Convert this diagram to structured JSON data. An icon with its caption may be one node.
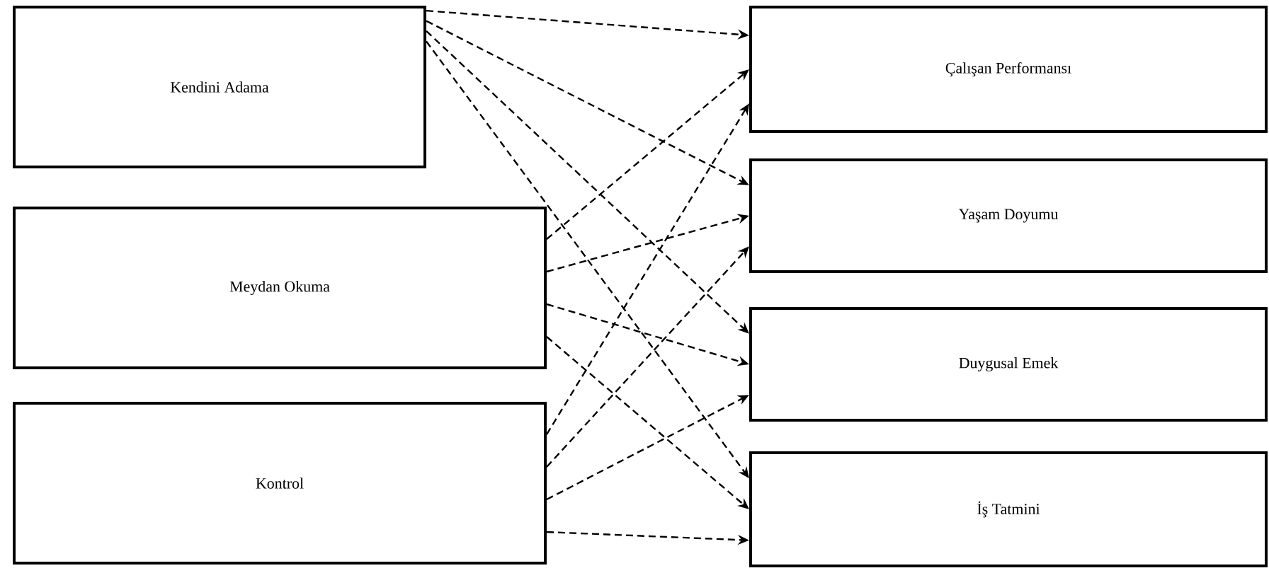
{
  "diagram": {
    "nodes": [
      {
        "text": [
          "Kendini Adama"
        ]
      },
      {
        "text": [
          "Meydan Okuma"
        ]
      },
      {
        "text": [
          "Kontrol"
        ]
      },
      {
        "text": [
          "Çalışan Performansı"
        ]
      },
      {
        "text": [
          "Yaşam Doyumu"
        ]
      },
      {
        "text": [
          "Duygusal Emek"
        ]
      },
      {
        "text": [
          "İş Tatmini"
        ]
      }
    ],
    "edges": [
      {
        "from": 0,
        "to": 3,
        "arrow": "to",
        "style": "dashed"
      },
      {
        "from": 0,
        "to": 4,
        "arrow": "to",
        "style": "dashed"
      },
      {
        "from": 0,
        "to": 5,
        "arrow": "to",
        "style": "dashed"
      },
      {
        "from": 0,
        "to": 6,
        "arrow": "to",
        "style": "dashed"
      },
      {
        "from": 1,
        "to": 3,
        "arrow": "to",
        "style": "dashed"
      },
      {
        "from": 1,
        "to": 4,
        "arrow": "to",
        "style": "dashed"
      },
      {
        "from": 1,
        "to": 5,
        "arrow": "to",
        "style": "dashed"
      },
      {
        "from": 1,
        "to": 6,
        "arrow": "to",
        "style": "dashed"
      },
      {
        "from": 2,
        "to": 3,
        "arrow": "to",
        "style": "dashed"
      },
      {
        "from": 2,
        "to": 4,
        "arrow": "to",
        "style": "dashed"
      },
      {
        "from": 2,
        "to": 5,
        "arrow": "to",
        "style": "dashed"
      },
      {
        "from": 2,
        "to": 6,
        "arrow": "to",
        "style": "dashed"
      }
    ]
  }
}
